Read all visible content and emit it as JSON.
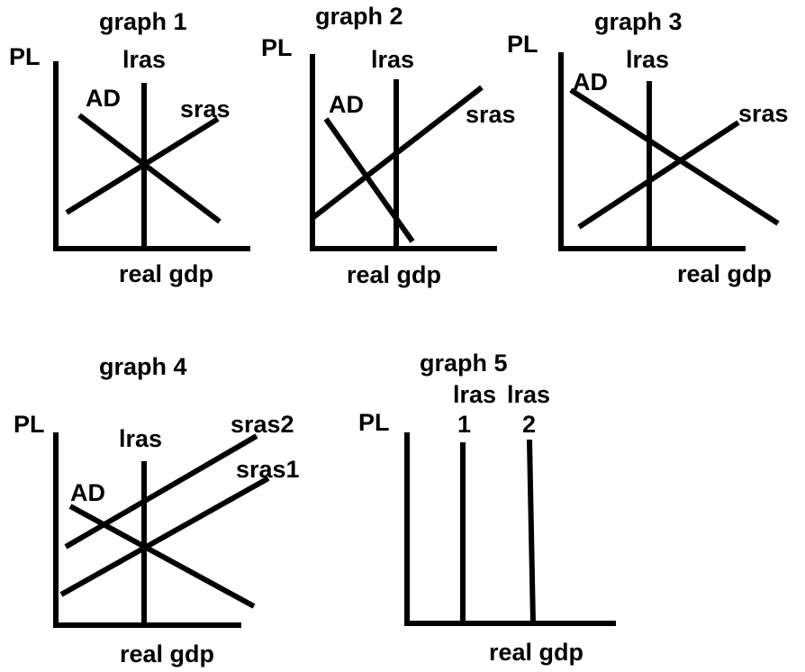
{
  "graphs": [
    {
      "title": "graph 1",
      "y_axis_label": "PL",
      "x_axis_label": "real gdp",
      "curve_labels": {
        "lras": "lras",
        "ad": "AD",
        "sras": "sras"
      }
    },
    {
      "title": "graph 2",
      "y_axis_label": "PL",
      "x_axis_label": "real gdp",
      "curve_labels": {
        "lras": "lras",
        "ad": "AD",
        "sras": "sras"
      }
    },
    {
      "title": "graph 3",
      "y_axis_label": "PL",
      "x_axis_label": "real gdp",
      "curve_labels": {
        "lras": "lras",
        "ad": "AD",
        "sras": "sras"
      }
    },
    {
      "title": "graph 4",
      "y_axis_label": "PL",
      "x_axis_label": "real gdp",
      "curve_labels": {
        "lras": "lras",
        "ad": "AD",
        "sras2": "sras2",
        "sras1": "sras1"
      }
    },
    {
      "title": "graph 5",
      "y_axis_label": "PL",
      "x_axis_label": "real gdp",
      "curve_labels": {
        "lras1_top": "lras",
        "lras1_bottom": "1",
        "lras2_top": "lras",
        "lras2_bottom": "2"
      }
    }
  ]
}
